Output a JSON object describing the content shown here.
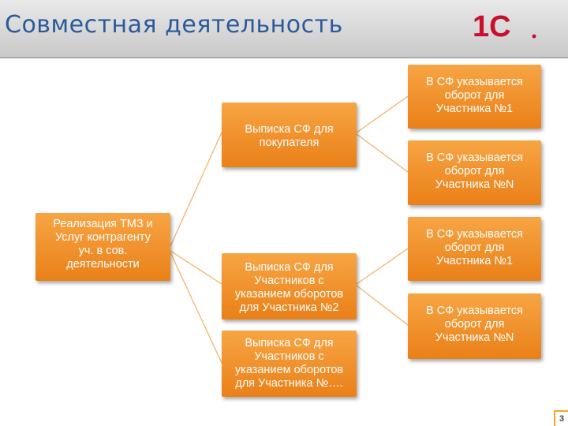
{
  "title": "Совместная деятельность",
  "logo_text": "1С",
  "page_number": "3",
  "colors": {
    "box": "#f08a20",
    "title": "#2b5a9a",
    "logo": "#c8102e",
    "connector": "#f2b46a"
  },
  "nodes": {
    "root": "Реализация ТМЗ и\nУслуг контрагенту\nуч. в сов.\nдеятельности",
    "buyer_invoice": "Выписка СФ для\nпокупателя",
    "participants_2": "Выписка СФ для\nУчастников с\nуказанием оборотов\nдля Участника №2",
    "participants_n": "Выписка СФ для\nУчастников с\nуказанием оборотов\nдля Участника №….",
    "r1": "В СФ указывается\nоборот для\nУчастника №1",
    "r2": "В СФ указывается\nоборот для\nУчастника №N",
    "r3": "В СФ указывается\nоборот для\nУчастника №1",
    "r4": "В СФ указывается\nоборот для\nУчастника №N"
  }
}
